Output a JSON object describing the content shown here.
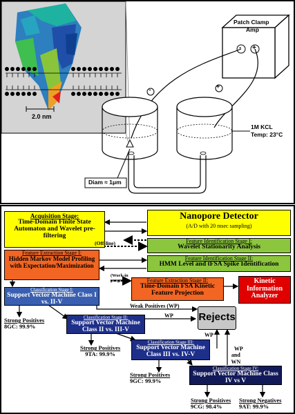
{
  "top_panel": {
    "scale_label": "2.0 nm",
    "amp_label_line1": "Patch Clamp",
    "amp_label_line2": "Amp",
    "amp_minus": "-",
    "amp_plus": "+",
    "left_cyl_sign": "-",
    "right_cyl_sign": "+",
    "solution_line1": "1M KCL",
    "solution_line2": "Temp: 23°C",
    "diam_label": "Diam ≈ 1μm"
  },
  "bottom_panel": {
    "acquisition": {
      "stage": "Acquisition Stage:",
      "body": "Time-Domain Finite State Automaton and Wavelet pre-filtering"
    },
    "detector": {
      "title": "Nanopore Detector",
      "subtitle": "(A/D with 20 msec sampling)"
    },
    "fi1": {
      "stage": "Feature Identification Stage I:",
      "body": "Wavelet Stationarity Analysis"
    },
    "offline": "(Off-line)",
    "fe1": {
      "stage": "Feature Extraction Stage I:",
      "body": "Hidden Markov Model Profiling with Expectation/Maximization"
    },
    "fi2": {
      "stage": "Feature Identification Stage II:",
      "body": "HMM Level and tFSA Spike Identification"
    },
    "work_in_progress": "(Work-in progress)",
    "fe2": {
      "stage": "Feature Extraction Stage II:",
      "body": "Time-Domain FSA Kinetic Feature Projection"
    },
    "kinetic": {
      "line1": "Kinetic",
      "line2": "Information",
      "line3": "Analyzer"
    },
    "cs1": {
      "stage": "Classification Stage I:",
      "body": "Support Vector Machine Class I vs. II-V"
    },
    "weak_positives": "Weak Positives (WP)",
    "rejects": "Rejects",
    "sp1": {
      "head": "Strong Positives",
      "val": "8GC: 99.9%"
    },
    "cs2": {
      "stage": "Classification Stage II:",
      "body": "Support Vector Machine Class II vs. III-V"
    },
    "wp_a": "WP",
    "sp2": {
      "head": "Strong Positives",
      "val": "9TA: 99.9%"
    },
    "cs3": {
      "stage": "Classification Stage III:",
      "body": "Support Vector Machine Class III vs. IV-V"
    },
    "wp_b": "WP",
    "wp_wn": "WP\nand\nWN",
    "sp3": {
      "head": "Strong Positives",
      "val": "9GC: 99.9%"
    },
    "cs4": {
      "stage": "Classification Stage IV:",
      "body": "Support Vector Machine Class IV vs V"
    },
    "sp4": {
      "head": "Strong Positives",
      "val": "9CG: 98.4%"
    },
    "sn4": {
      "head": "Strong Negatives",
      "val": "9AT: 99.9%"
    }
  },
  "colors": {
    "yellow": "#ffff00",
    "green": "#8cc63f",
    "orange": "#f26522",
    "red": "#e00000",
    "blue1": "#3a5fb0",
    "blue2": "#1e2f8a",
    "navy": "#131a5a",
    "grey": "#c8c8c8"
  }
}
